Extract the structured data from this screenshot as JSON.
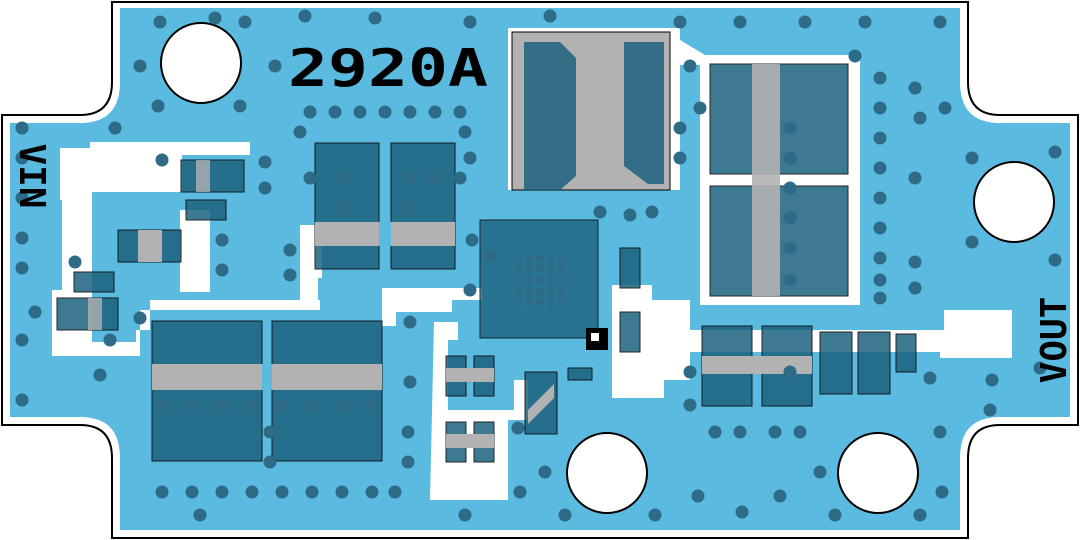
{
  "board": {
    "title": "2920A",
    "input_label": "VIN",
    "output_label": "VOUT"
  },
  "colors": {
    "copper": "#5bbadf",
    "trace": "#ffffff",
    "pad": "#b2b2b2",
    "component_body": "#1c627e",
    "via": "#2d6b87",
    "outline": "#000000",
    "hole": "#ffffff"
  }
}
